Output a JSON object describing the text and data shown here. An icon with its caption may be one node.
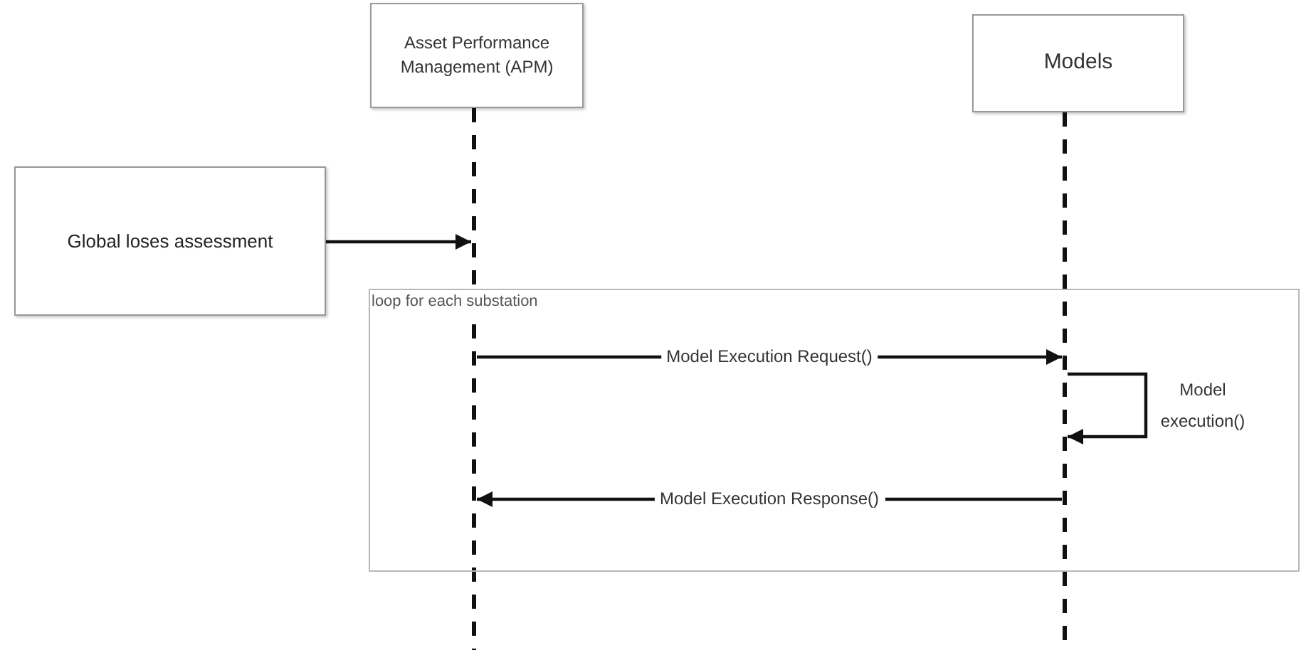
{
  "diagram": {
    "nodes": [
      {
        "text": [
          "Asset Performance Management (APM)"
        ]
      },
      {
        "text": [
          "Models"
        ]
      },
      {
        "text": [
          "Global loses assessment"
        ]
      },
      {
        "text": [],
        "shape": "line"
      },
      {
        "text": [],
        "shape": "line"
      }
    ],
    "edges": [
      {
        "from": 2,
        "to": 3,
        "arrow": "to"
      },
      {
        "from": 3,
        "to": 4,
        "arrow": "to",
        "label": "Model Execution Request()"
      },
      {
        "from": 4,
        "to": 4,
        "arrow": "to",
        "label": "Model execution()"
      },
      {
        "from": 4,
        "to": 3,
        "arrow": "to",
        "label": "Model Execution Response()"
      }
    ],
    "labels": [
      "loop for each substation"
    ]
  }
}
